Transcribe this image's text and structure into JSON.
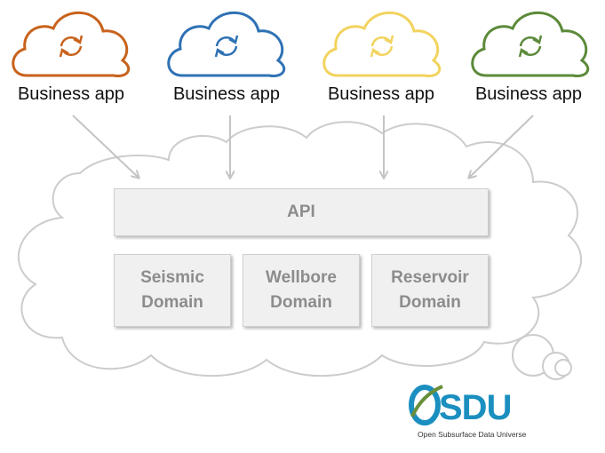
{
  "apps": [
    {
      "label": "Business app",
      "color": "#c8621c"
    },
    {
      "label": "Business app",
      "color": "#2f72b5"
    },
    {
      "label": "Business app",
      "color": "#f2d35e"
    },
    {
      "label": "Business app",
      "color": "#5c8a3a"
    }
  ],
  "platform": {
    "api_label": "API",
    "domains": [
      {
        "line1": "Seismic",
        "line2": "Domain"
      },
      {
        "line1": "Wellbore",
        "line2": "Domain"
      },
      {
        "line1": "Reservoir",
        "line2": "Domain"
      }
    ]
  },
  "logo": {
    "text": "SDU",
    "tagline": "Open Subsurface Data Universe",
    "color": "#1b8fbf",
    "accent": "#6a8f3a"
  },
  "colors": {
    "cloud_outline": "#cccccc",
    "box_fill": "#f0f0f0",
    "box_text": "#8c8c8c",
    "arrow": "#c4c4c4"
  }
}
